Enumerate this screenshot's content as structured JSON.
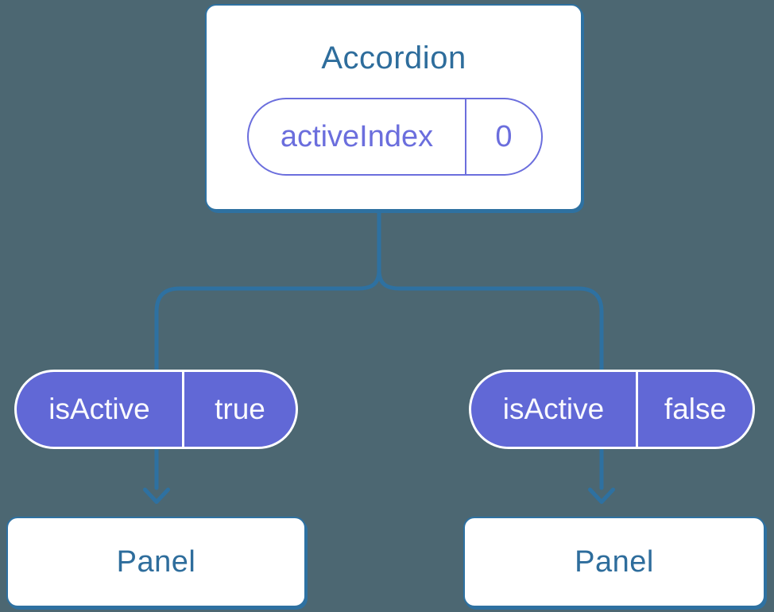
{
  "diagram": {
    "description_colors": {
      "background": "#4C6772",
      "connector_line": "#2E71A1",
      "card_text_blue": "#2E6D9C",
      "pill_purple_fill": "#6168D6",
      "pill_purple_outline": "#6B6EDD",
      "card_background": "#FFFFFF"
    },
    "accordion": {
      "title": "Accordion",
      "state": {
        "name": "activeIndex",
        "value": "0"
      }
    },
    "props": [
      {
        "name": "isActive",
        "value": "true"
      },
      {
        "name": "isActive",
        "value": "false"
      }
    ],
    "panels": [
      {
        "title": "Panel"
      },
      {
        "title": "Panel"
      }
    ]
  }
}
